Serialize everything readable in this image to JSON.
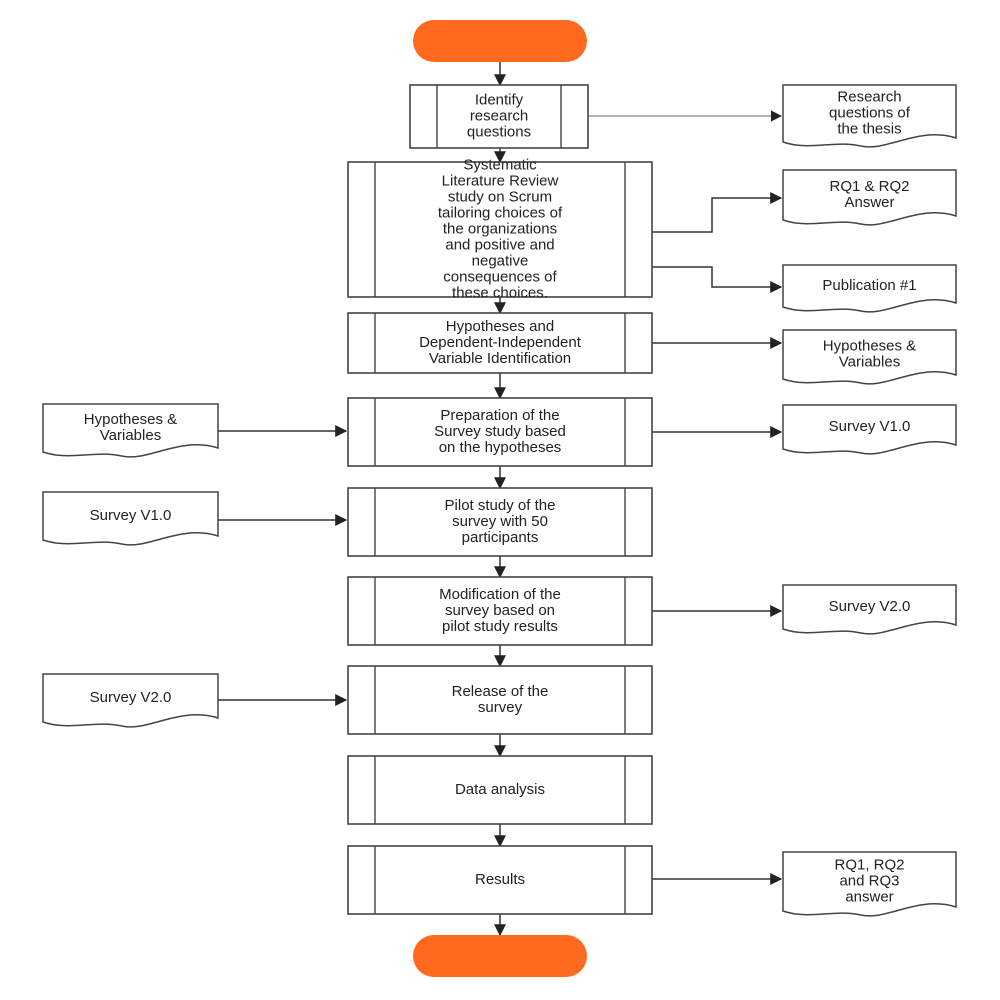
{
  "colors": {
    "terminal": "#ff6a1f",
    "stroke": "#444444",
    "text": "#222222"
  },
  "process": {
    "identify": [
      "Identify",
      "research",
      "questions"
    ],
    "slr": [
      "Systematic",
      "Literature Review",
      "study on Scrum",
      "tailoring choices of",
      "the organizations",
      "and positive and",
      "negative",
      "consequences of",
      "these choices."
    ],
    "hypotheses": [
      "Hypotheses and",
      "Dependent-Independent",
      "Variable Identification"
    ],
    "preparation": [
      "Preparation of the",
      "Survey study based",
      "on the hypotheses"
    ],
    "pilot": [
      "Pilot study of the",
      "survey with 50",
      "participants"
    ],
    "modification": [
      "Modification of the",
      "survey based on",
      "pilot study results"
    ],
    "release": [
      "Release of the",
      "survey"
    ],
    "analysis": [
      "Data analysis"
    ],
    "results": [
      "Results"
    ]
  },
  "documents": {
    "research_questions": [
      "Research",
      "questions of",
      "the thesis"
    ],
    "rq_answer": [
      "RQ1  & RQ2",
      "Answer"
    ],
    "publication": [
      "Publication #1"
    ],
    "hyp_vars_out": [
      "Hypotheses &",
      "Variables"
    ],
    "survey_v1_out": [
      "Survey V1.0"
    ],
    "survey_v2_out": [
      "Survey V2.0"
    ],
    "final_answer": [
      "RQ1, RQ2",
      "and RQ3",
      "answer"
    ],
    "hyp_vars_in": [
      "Hypotheses &",
      "Variables"
    ],
    "survey_v1_in": [
      "Survey V1.0"
    ],
    "survey_v2_in": [
      "Survey V2.0"
    ]
  }
}
